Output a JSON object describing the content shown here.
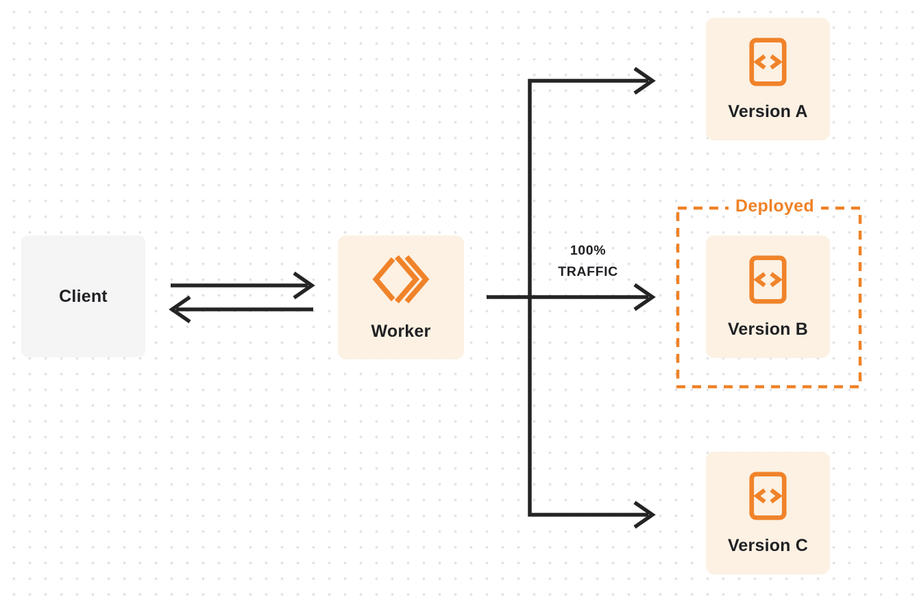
{
  "diagram": {
    "type": "flow-diagram",
    "description": "Client requests routed through a Worker, which sends 100% of traffic to the deployed Version B among versions A, B and C"
  },
  "nodes": {
    "client": {
      "label": "Client"
    },
    "worker": {
      "label": "Worker"
    },
    "version_a": {
      "label": "Version A"
    },
    "version_b": {
      "label": "Version B"
    },
    "version_c": {
      "label": "Version C"
    }
  },
  "annotations": {
    "deployed": "Deployed",
    "traffic": {
      "line1": "100%",
      "line2": "TRAFFIC"
    }
  },
  "edges": [
    {
      "from": "client",
      "to": "worker",
      "type": "bidirectional-arrows"
    },
    {
      "from": "worker",
      "to": "version_a",
      "type": "arrow"
    },
    {
      "from": "worker",
      "to": "version_b",
      "type": "arrow",
      "label": "100% TRAFFIC"
    },
    {
      "from": "worker",
      "to": "version_c",
      "type": "arrow"
    }
  ],
  "icons": {
    "worker_icon": "workers-double-chevron-logo",
    "version_icon": "code-document"
  },
  "colors": {
    "background": "#ffffff",
    "dot_grid": "#e3e3e6",
    "client_fill": "#f5f5f6",
    "version_fill": "#fcf1e3",
    "accent_orange": "#f0832a",
    "deployed_border": "#ef8227",
    "connector_dark": "#242424",
    "text_dark": "#202124"
  }
}
